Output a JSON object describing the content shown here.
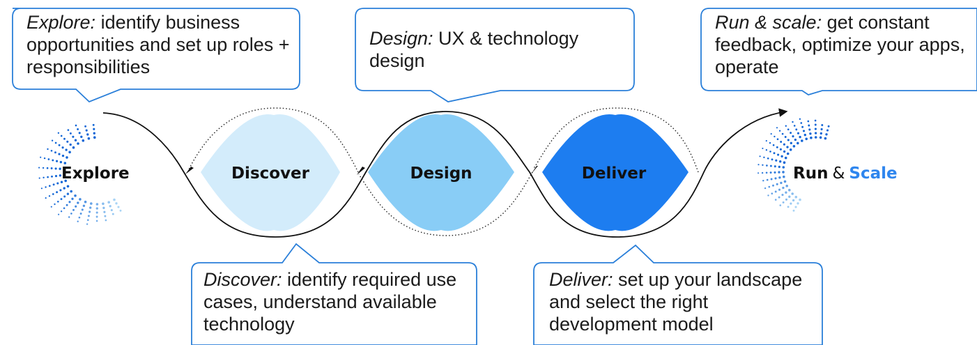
{
  "stages": {
    "explore": "Explore",
    "discover": "Discover",
    "design": "Design",
    "deliver": "Deliver",
    "run_word": "Run",
    "amp": "&",
    "scale_word": "Scale"
  },
  "callouts": {
    "explore": {
      "key": "Explore:",
      "text": " identify business opportunities and set up roles + responsibilities"
    },
    "design": {
      "key": "Design:",
      "text": " UX & technology design"
    },
    "run_scale": {
      "key": "Run & scale:",
      "text": " get constant feedback, optimize your apps, operate"
    },
    "discover": {
      "key": "Discover:",
      "text": " identify required use cases, understand available technology"
    },
    "deliver": {
      "key": "Deliver:",
      "text": " set up your landscape and select the right development model"
    }
  },
  "colors": {
    "discover_fill": "#d3ecfb",
    "design_fill": "#89cdf6",
    "deliver_fill": "#1d7df0",
    "callout_border": "#2a7fd9",
    "dot_dark": "#1266d6",
    "dot_light": "#a9d4f5",
    "scale_text": "#2f86ee"
  }
}
